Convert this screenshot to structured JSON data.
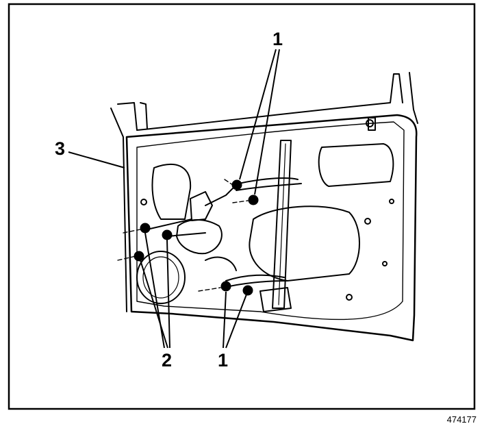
{
  "diagram": {
    "callouts": {
      "top_right": "1",
      "left": "3",
      "bottom_left": "2",
      "bottom_right": "1"
    },
    "figure_number": "474177"
  }
}
